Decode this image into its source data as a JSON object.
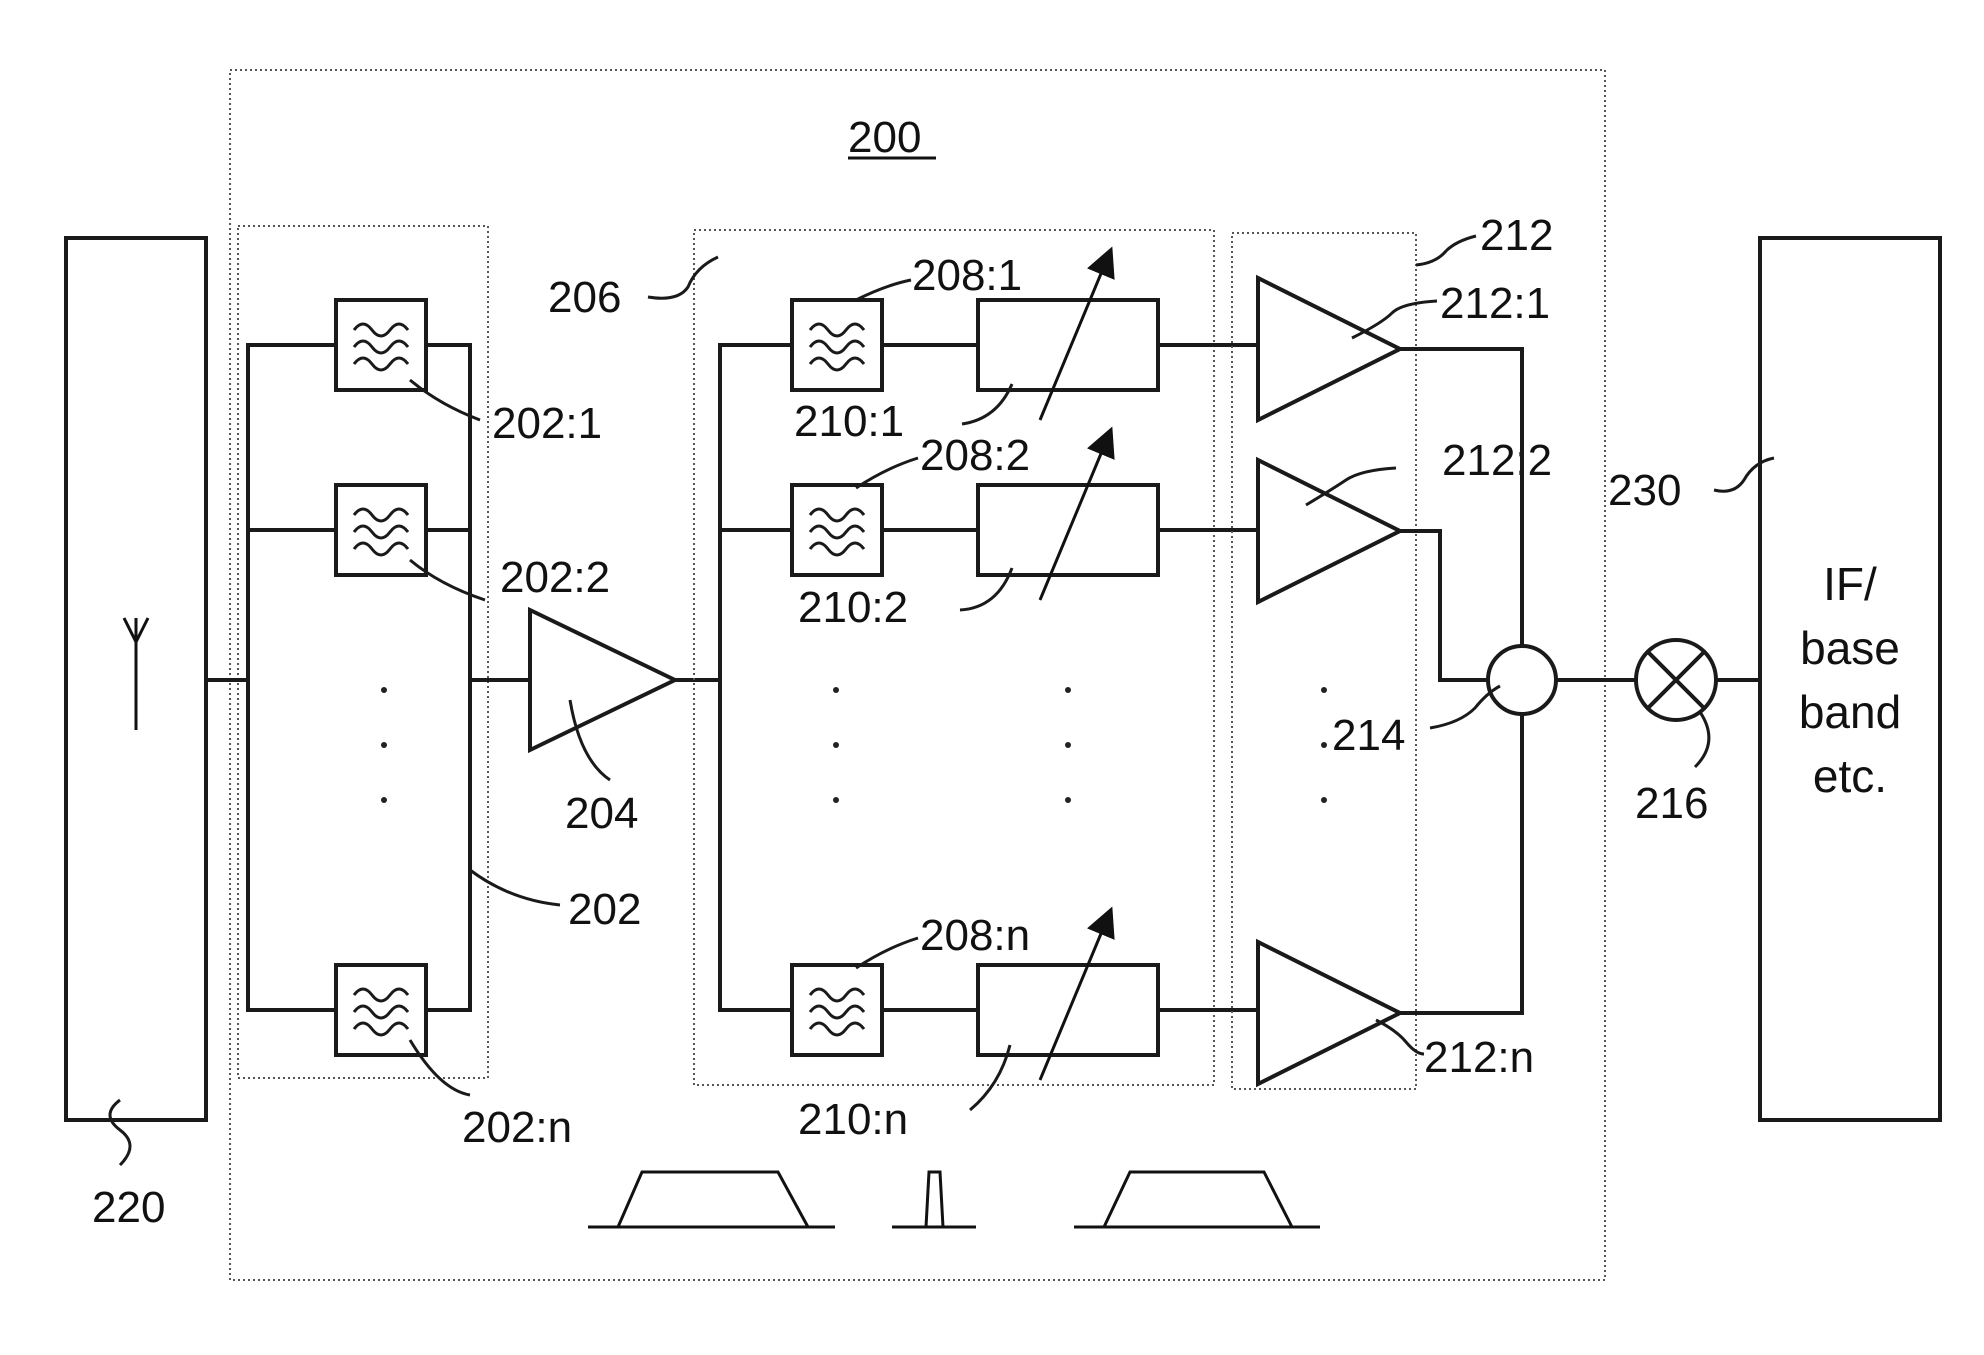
{
  "labels": {
    "ref_200": "200",
    "ref_202": "202",
    "ref_202_1": "202:1",
    "ref_202_2": "202:2",
    "ref_202_n": "202:n",
    "ref_204": "204",
    "ref_206": "206",
    "ref_208_1": "208:1",
    "ref_208_2": "208:2",
    "ref_208_n": "208:n",
    "ref_210_1": "210:1",
    "ref_210_2": "210:2",
    "ref_210_n": "210:n",
    "ref_212": "212",
    "ref_212_1": "212:1",
    "ref_212_2": "212:2",
    "ref_212_n": "212:n",
    "ref_214": "214",
    "ref_216": "216",
    "ref_220": "220",
    "ref_230": "230"
  },
  "baseband_block": {
    "line1": "IF/",
    "line2": "base",
    "line3": "band",
    "line4": "etc."
  },
  "icons": {
    "antenna": "antenna-icon",
    "filter": "bandpass-filter-icon",
    "amplifier": "amplifier-triangle-icon",
    "variable": "variable-arrow-icon",
    "combiner": "combiner-circle-icon",
    "mixer": "mixer-cross-icon"
  }
}
